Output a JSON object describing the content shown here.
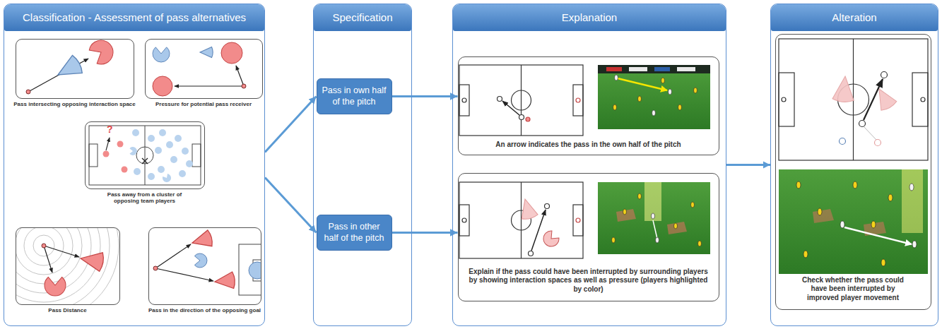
{
  "diagram": {
    "nodes": [
      {
        "text": [
          "Classification - Assessment of pass alternatives"
        ]
      },
      {
        "text": [
          "Pass intersecting opposing interaction space"
        ],
        "in": 0
      },
      {
        "text": [
          "Pressure for potential pass receiver"
        ],
        "in": 0
      },
      {
        "text": [
          "Pass away from a cluster of opposing team players"
        ],
        "in": 0
      },
      {
        "text": [
          "Pass Distance"
        ],
        "in": 0
      },
      {
        "text": [
          "Pass in the direction of the opposing goal"
        ],
        "in": 0
      },
      {
        "text": [
          "Specification"
        ]
      },
      {
        "text": [
          "Pass in own half of the pitch"
        ],
        "in": 6
      },
      {
        "text": [
          "Pass in other half of the pitch"
        ],
        "in": 6
      },
      {
        "text": [
          "Explanation"
        ]
      },
      {
        "text": [
          "An arrow indicates the pass in the own half of the pitch"
        ],
        "in": 9
      },
      {
        "text": [
          "Explain if the pass could have been interrupted by surrounding players by showing interaction spaces as well as pressure (players highlighted by color)"
        ],
        "in": 9
      },
      {
        "text": [
          "Alteration"
        ]
      },
      {
        "text": [
          "Check whether the pass could have been interrupted by improved player movement"
        ],
        "in": 12
      }
    ],
    "edges": [
      {
        "from": 0,
        "to": 7,
        "arrow": "to"
      },
      {
        "from": 0,
        "to": 8,
        "arrow": "to"
      },
      {
        "from": 7,
        "to": 10,
        "arrow": "to"
      },
      {
        "from": 8,
        "to": 11,
        "arrow": "to"
      },
      {
        "from": 9,
        "to": 12,
        "arrow": "to"
      }
    ],
    "labels": [
      "?"
    ]
  }
}
